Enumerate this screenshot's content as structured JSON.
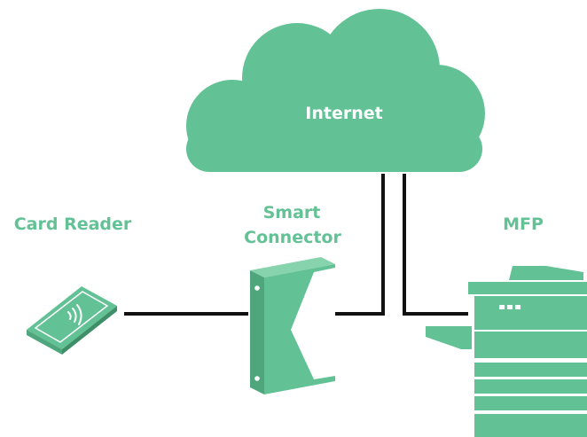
{
  "colors": {
    "accent": "#63c295",
    "accent_dark": "#4fa67d",
    "line": "#111111",
    "background": "#ffffff"
  },
  "nodes": {
    "internet": {
      "label": "Internet",
      "icon": "cloud-icon"
    },
    "card_reader": {
      "label": "Card Reader",
      "icon": "card-reader-icon"
    },
    "smart_connector": {
      "label_line1": "Smart",
      "label_line2": "Connector",
      "icon": "smart-connector-icon"
    },
    "mfp": {
      "label": "MFP",
      "icon": "printer-icon"
    }
  }
}
